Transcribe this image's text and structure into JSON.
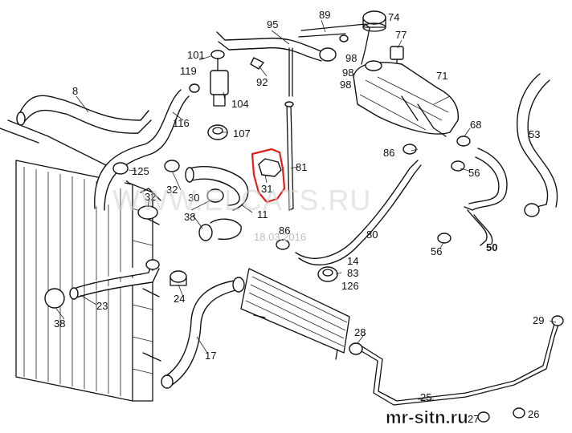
{
  "callouts": [
    {
      "id": "89",
      "text": "89"
    },
    {
      "id": "74",
      "text": "74"
    },
    {
      "id": "95",
      "text": "95"
    },
    {
      "id": "77",
      "text": "77"
    },
    {
      "id": "101",
      "text": "101"
    },
    {
      "id": "98a",
      "text": "98"
    },
    {
      "id": "98b",
      "text": "98"
    },
    {
      "id": "98c",
      "text": "98"
    },
    {
      "id": "119",
      "text": "119"
    },
    {
      "id": "92",
      "text": "92"
    },
    {
      "id": "71",
      "text": "71"
    },
    {
      "id": "8",
      "text": "8"
    },
    {
      "id": "104",
      "text": "104"
    },
    {
      "id": "116",
      "text": "116"
    },
    {
      "id": "107",
      "text": "107"
    },
    {
      "id": "68",
      "text": "68"
    },
    {
      "id": "53",
      "text": "53"
    },
    {
      "id": "86a",
      "text": "86"
    },
    {
      "id": "125",
      "text": "125"
    },
    {
      "id": "81",
      "text": "81"
    },
    {
      "id": "56a",
      "text": "56"
    },
    {
      "id": "31",
      "text": "31"
    },
    {
      "id": "32a",
      "text": "32"
    },
    {
      "id": "32b",
      "text": "32"
    },
    {
      "id": "30",
      "text": "30"
    },
    {
      "id": "11",
      "text": "11"
    },
    {
      "id": "38a",
      "text": "38"
    },
    {
      "id": "80",
      "text": "80"
    },
    {
      "id": "86b",
      "text": "86"
    },
    {
      "id": "50",
      "text": "50"
    },
    {
      "id": "56b",
      "text": "56"
    },
    {
      "id": "14",
      "text": "14"
    },
    {
      "id": "83",
      "text": "83"
    },
    {
      "id": "126",
      "text": "126"
    },
    {
      "id": "23",
      "text": "23"
    },
    {
      "id": "24",
      "text": "24"
    },
    {
      "id": "38b",
      "text": "38"
    },
    {
      "id": "28",
      "text": "28"
    },
    {
      "id": "29",
      "text": "29"
    },
    {
      "id": "17",
      "text": "17"
    },
    {
      "id": "25",
      "text": "25"
    },
    {
      "id": "27",
      "text": "27"
    },
    {
      "id": "26",
      "text": "26"
    }
  ],
  "watermark": {
    "text": "WWW.ELCATS.RU",
    "date": "18.03.2016"
  },
  "bottom_watermark": {
    "text": "mr-sitn.ru"
  },
  "highlight": {
    "part": "31",
    "color": "#e0201b"
  }
}
